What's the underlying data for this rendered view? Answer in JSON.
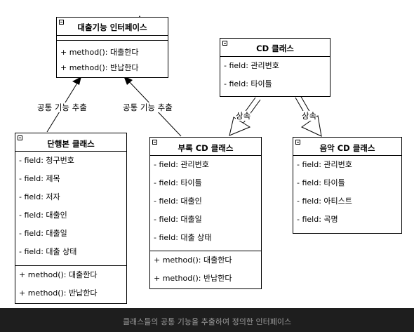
{
  "classes": {
    "iface": {
      "title": "대출기능 인터페이스",
      "methods": [
        "+ method(): 대출한다",
        "+ method(): 반납한다"
      ]
    },
    "cd": {
      "title": "CD 클래스",
      "fields": [
        "- field: 관리번호",
        "- field: 타이틀"
      ]
    },
    "single": {
      "title": "단행본 클래스",
      "fields": [
        "- field: 청구번호",
        "- field: 제목",
        "- field: 저자",
        "- field: 대출인",
        "- field: 대출일",
        "- field: 대출 상태"
      ],
      "methods": [
        "+ method(): 대출한다",
        "+ method(): 반납한다"
      ]
    },
    "bundle": {
      "title": "부록 CD 클래스",
      "fields": [
        "- field: 관리번호",
        "- field: 타이틀",
        "- field: 대출인",
        "- field: 대출일",
        "- field: 대출 상태"
      ],
      "methods": [
        "+ method(): 대출한다",
        "+ method(): 반납한다"
      ]
    },
    "music": {
      "title": "음악 CD 클래스",
      "fields": [
        "- field: 관리번호",
        "- field: 타이틀",
        "- field: 아티스트",
        "- field: 곡명"
      ]
    }
  },
  "labels": {
    "common_left": "공통 기능 추출",
    "common_right": "공통 기능 추출",
    "inherit_left": "상속",
    "inherit_right": "상속"
  },
  "caption": "클래스들의 공통 기능을 추출하여 정의한 인터페이스"
}
